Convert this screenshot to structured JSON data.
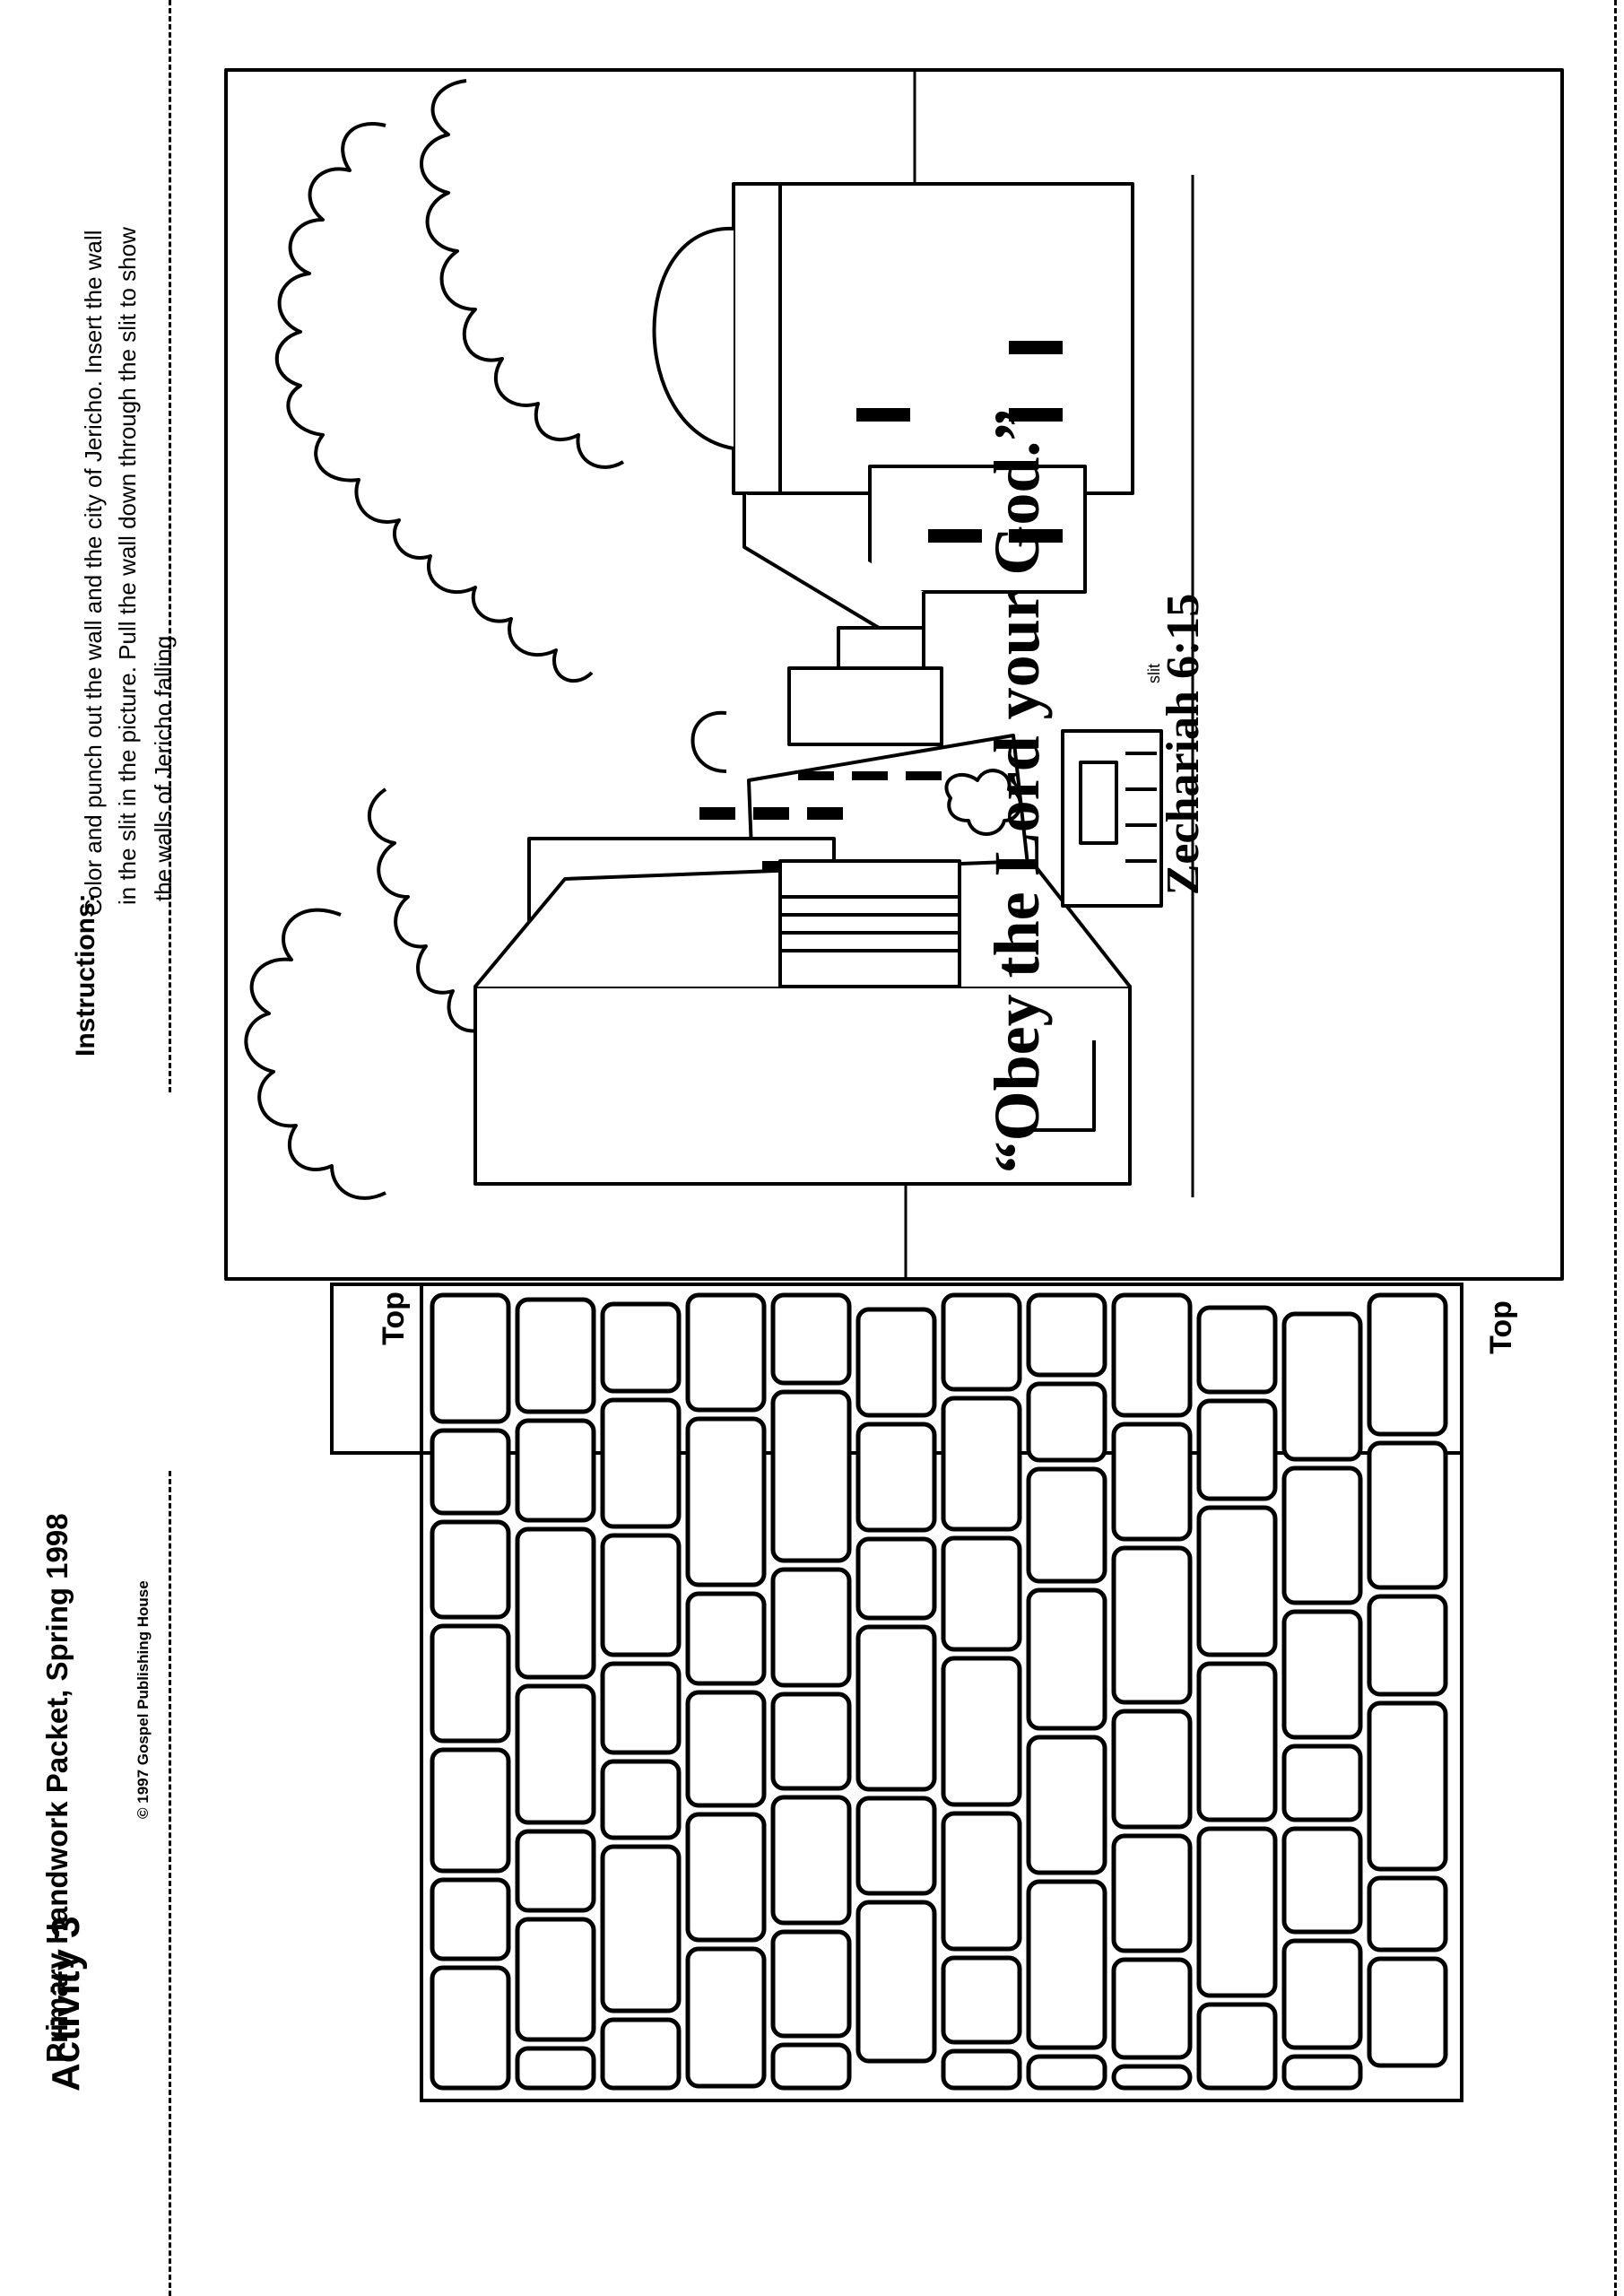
{
  "header": {
    "title": "Primary Handwork Packet, Spring 1998",
    "activity": "Activity 3",
    "copyright": "© 1997 Gospel Publishing House"
  },
  "instructions": {
    "label": "Instructions:",
    "lines": [
      "Color and punch out the wall and the city of Jericho. Insert the wall",
      "in the slit in the picture. Pull the wall down through the slit to show",
      "the walls of Jericho falling."
    ]
  },
  "picture": {
    "slit_label": "slit",
    "verse": "“Obey the Lord your God.”",
    "reference": "Zechariah 6:15"
  },
  "wall": {
    "top_labels": [
      "Top",
      "Top"
    ]
  }
}
